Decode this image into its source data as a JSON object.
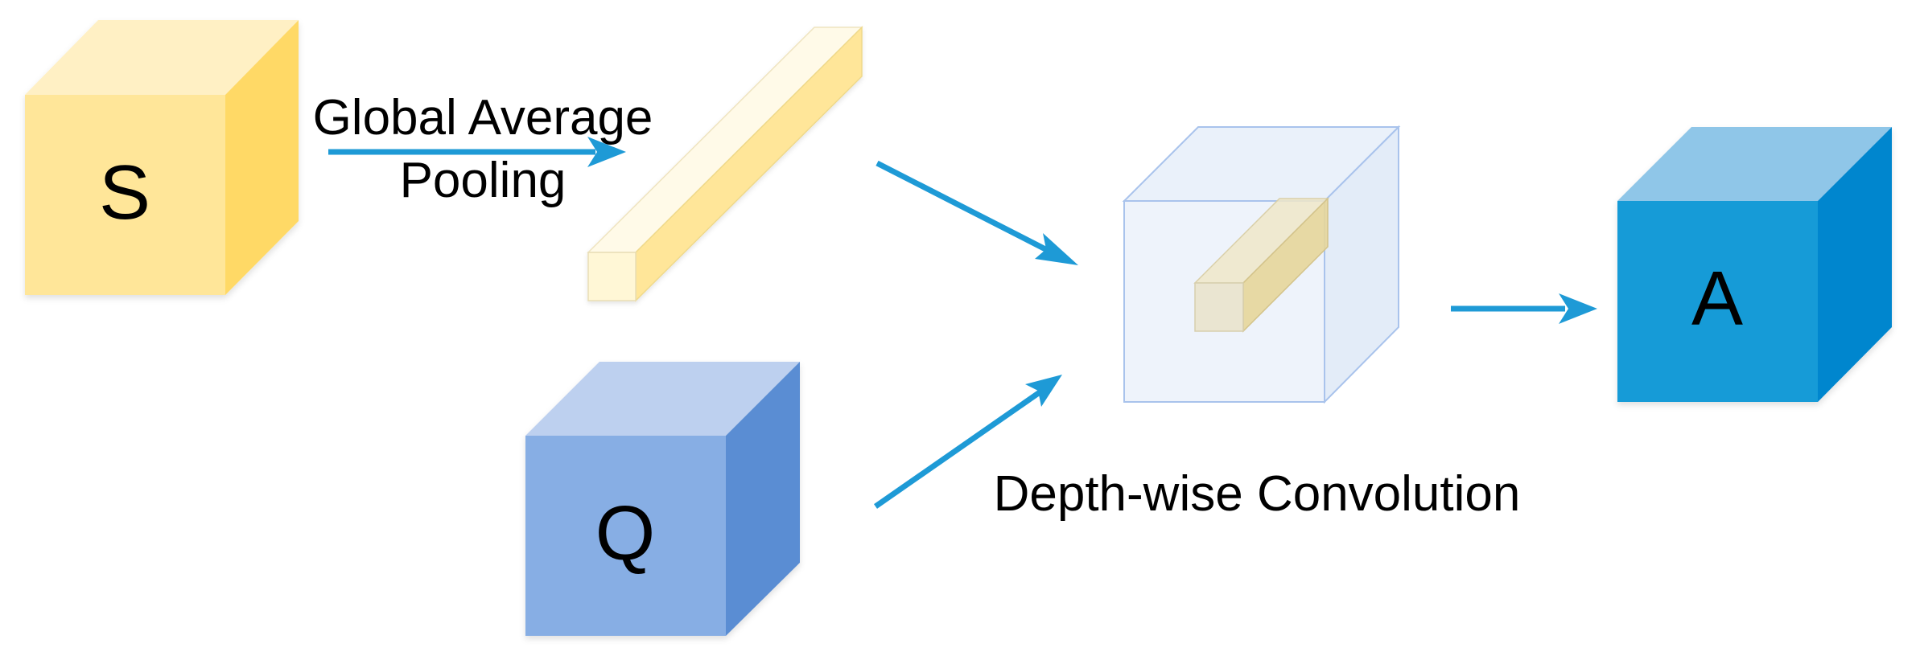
{
  "cubes": {
    "s": {
      "label": "S"
    },
    "q": {
      "label": "Q"
    },
    "a": {
      "label": "A"
    }
  },
  "labels": {
    "gap_line1": "Global Average",
    "gap_line2": "Pooling",
    "dwconv": "Depth-wise Convolution"
  },
  "colors": {
    "arrow": "#1E9AD6",
    "s_front": "#FFE699",
    "s_top": "#FFF0C4",
    "s_side": "#FFD966",
    "q_front": "#87AEE4",
    "q_top": "#BDD0EF",
    "q_side": "#5A8DD3",
    "a_front": "#189BD7",
    "a_top": "#8FC6E8",
    "a_side": "#0586CE",
    "bar_front": "#FFF7D6",
    "bar_top": "#FFFAE8",
    "bar_side": "#FFE699",
    "conv_face": "#D9E5F6",
    "conv_edge": "#A9C3EC"
  }
}
